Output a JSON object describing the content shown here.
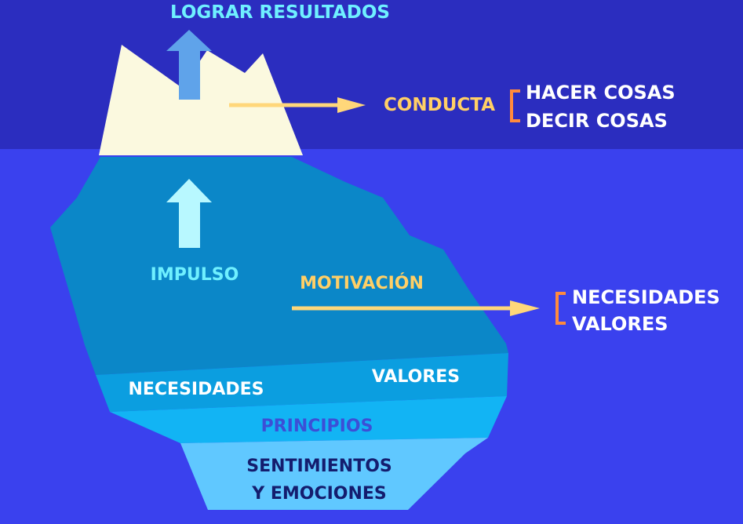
{
  "title": "LOGRAR RESULTADOS",
  "labels": {
    "conducta": "CONDUCTA",
    "impulso": "IMPULSO",
    "motivacion": "MOTIVACIÓN",
    "necesidades": "NECESIDADES",
    "valores": "VALORES",
    "principios": "PRINCIPIOS",
    "sentimientos_1": "SENTIMIENTOS",
    "sentimientos_2": "Y EMOCIONES"
  },
  "conducta_list": [
    "HACER COSAS",
    "DECIR COSAS"
  ],
  "motivacion_list": [
    "NECESIDADES",
    "VALORES"
  ],
  "colors": {
    "sky": "#2b2dbf",
    "water": "#3a41ee",
    "ice_top": "#fbf9df",
    "iceberg_body": "#0b87c8",
    "layer_necesidades": "#0b9ee0",
    "layer_principios": "#12b4f4",
    "layer_sentimientos": "#60c8ff",
    "title_text": "#6ff0ff",
    "orange_text": "#ffcf66",
    "white_text": "#ffffff",
    "principios_text": "#3c4fd6",
    "dark_text": "#141d6e",
    "bracket": "#ff8a3d",
    "arrow_light": "#b8f8ff",
    "arrow_top": "#5fa3ea",
    "arrow_orange": "#ffd77a"
  }
}
